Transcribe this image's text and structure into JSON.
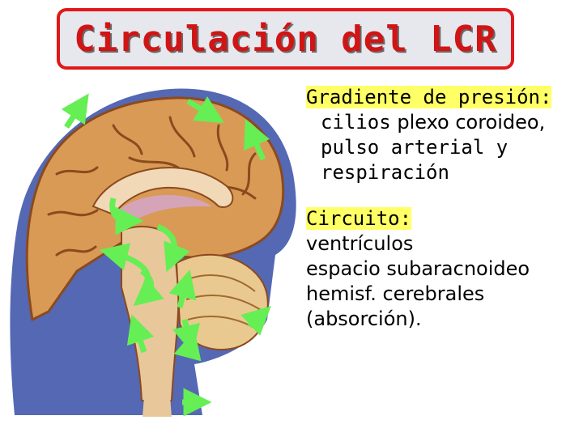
{
  "title": "Circulación del LCR",
  "gradient": {
    "label": "Gradiente de presión:",
    "line1_a": "cilios",
    "line1_b": " plexo coroideo,",
    "line2": "pulso arterial y",
    "line3": "respiración"
  },
  "circuit": {
    "label": "Circuito:",
    "items": [
      "ventrículos",
      "espacio subaracnoideo",
      "hemisf. cerebrales",
      "(absorción)."
    ]
  },
  "colors": {
    "title_text": "#d11414",
    "title_border": "#e01818",
    "highlight": "#ffff66",
    "arrow": "#66ee55",
    "csf_space": "#5468b4",
    "brain": "#d99a55"
  }
}
